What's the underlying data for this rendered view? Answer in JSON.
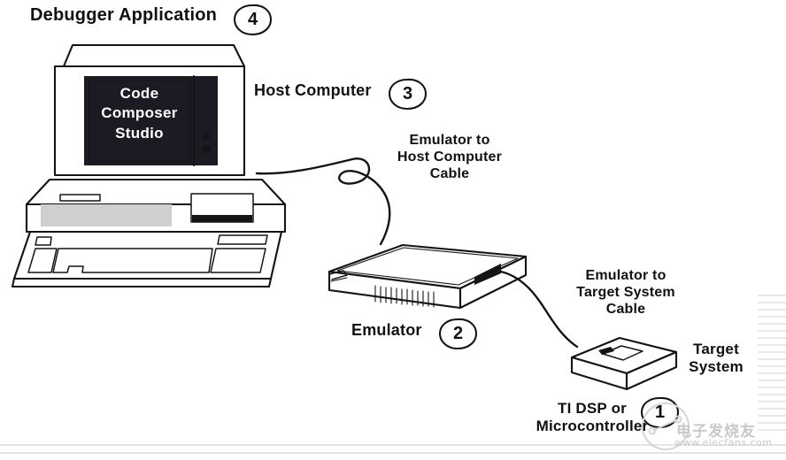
{
  "diagram": {
    "title": "TI DSP emulation system block diagram",
    "background_color": "#ffffff",
    "ink_color": "#111111",
    "labels": {
      "debugger_application": "Debugger Application",
      "host_computer": "Host Computer",
      "emulator_to_host_cable": "Emulator to\nHost Computer\nCable",
      "emulator_to_target_cable": "Emulator to\nTarget System\nCable",
      "emulator": "Emulator",
      "target_system": "Target\nSystem",
      "ti_dsp": "TI DSP or\nMicrocontroller"
    },
    "callouts": [
      {
        "number": "1",
        "refers_to": "TI DSP or Microcontroller"
      },
      {
        "number": "2",
        "refers_to": "Emulator"
      },
      {
        "number": "3",
        "refers_to": "Host Computer"
      },
      {
        "number": "4",
        "refers_to": "Debugger Application"
      }
    ],
    "screen": {
      "text_lines": [
        "Code",
        "Composer",
        "Studio"
      ],
      "background_color": "#1c1a22",
      "text_color": "#ffffff"
    }
  },
  "watermark": {
    "chinese": "电子发烧友",
    "url": "www.elecfans.com",
    "color": "#c9c9c9"
  }
}
